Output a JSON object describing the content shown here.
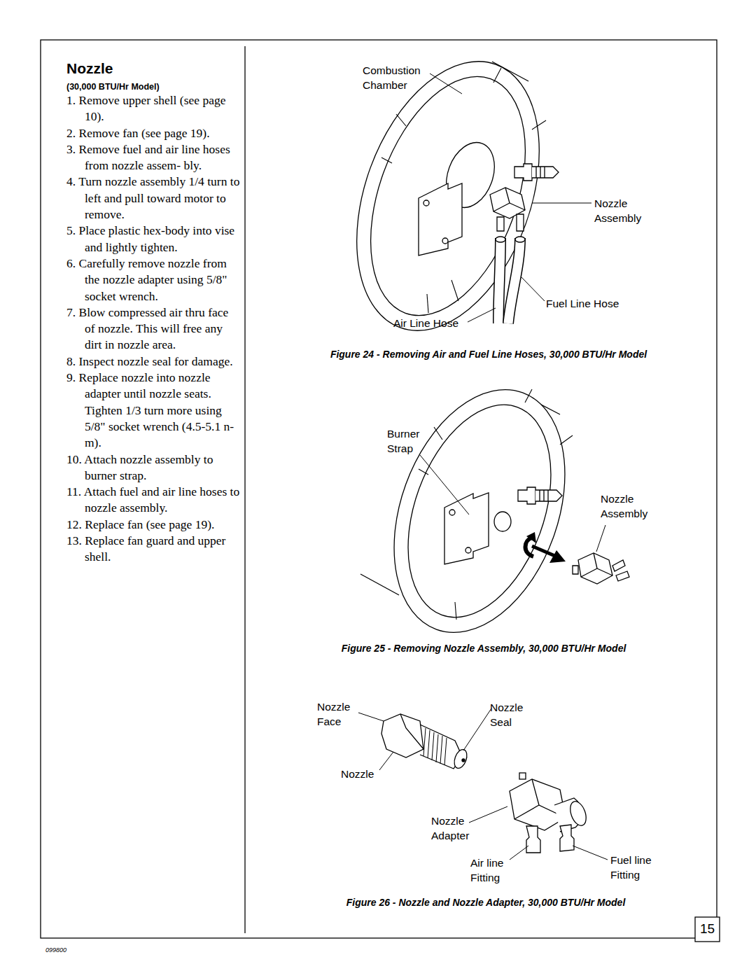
{
  "diagram": {
    "title": "Nozzle",
    "labels": [
      "(30,000 BTU/Hr Model)",
      "1. Remove upper shell (see page 10).",
      "2. Remove fan (see page 19).",
      "3. Remove fuel and air line hoses from nozzle assem- bly.",
      "4. Turn nozzle assembly 1/4 turn to left and pull toward motor to remove.",
      "5. Place plastic hex-body into vise and lightly tighten.",
      "6. Carefully remove nozzle from the nozzle adapter using 5/8\" socket wrench.",
      "7. Blow compressed air thru face of nozzle. This will free any dirt in nozzle area.",
      "8. Inspect nozzle seal for damage.",
      "9. Replace nozzle into nozzle adapter until nozzle seats. Tighten 1/3 turn more using 5/8\" socket wrench (4.5-5.1 n-m).",
      "10. Attach nozzle assembly to burner strap.",
      "11. Attach fuel and air line hoses to nozzle assembly.",
      "12. Replace fan (see page 19).",
      "13. Replace fan guard and upper shell.",
      "Combustion Chamber",
      "Nozzle Assembly",
      "Fuel Line Hose",
      "Air Line Hose",
      "Figure 24 - Removing Air and Fuel Line Hoses, 30,000 BTU/Hr Model",
      "Burner Strap",
      "Nozzle Assembly",
      "Figure 25 - Removing Nozzle Assembly, 30,000 BTU/Hr Model",
      "Nozzle Face",
      "Nozzle Seal",
      "Nozzle",
      "Nozzle Adapter",
      "Air line Fitting",
      "Fuel line Fitting",
      "Figure 26 - Nozzle and Nozzle Adapter, 30,000 BTU/Hr Model",
      "15",
      "099800"
    ]
  }
}
